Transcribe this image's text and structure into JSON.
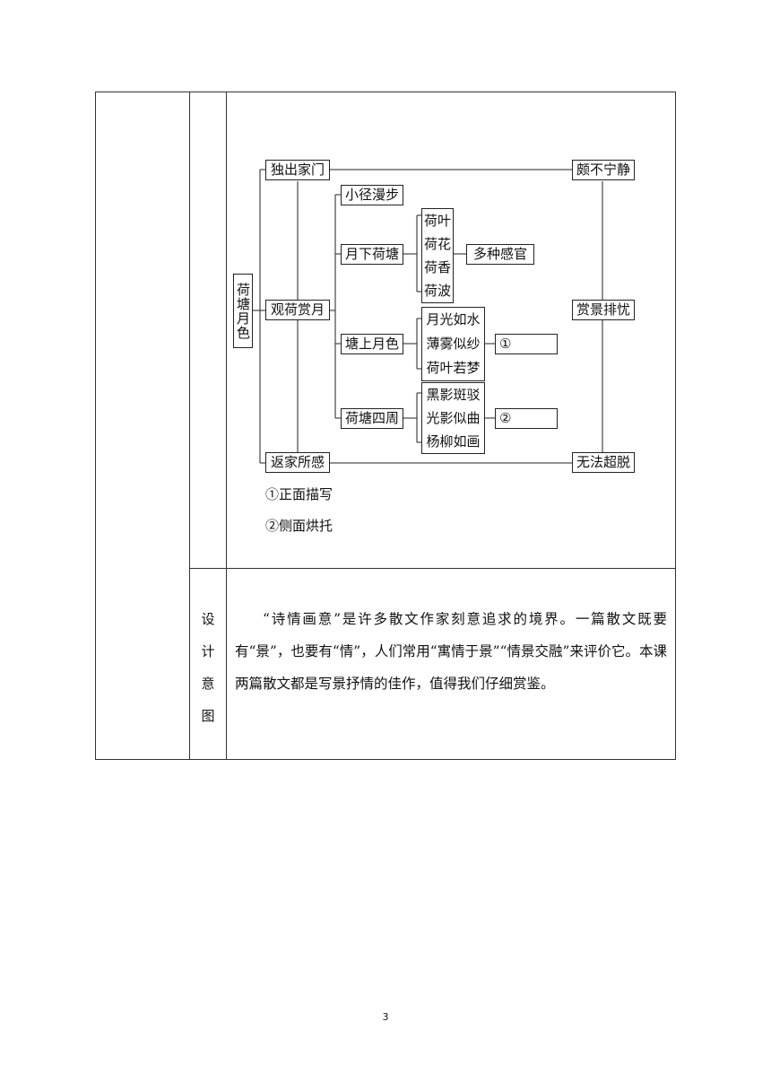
{
  "diagram": {
    "root": "荷塘月色",
    "level1": [
      "独出家门",
      "观荷赏月",
      "返家所感"
    ],
    "level2": [
      "小径漫步",
      "月下荷塘",
      "塘上月色",
      "荷塘四周"
    ],
    "group_lotus": [
      "荷叶",
      "荷花",
      "荷香",
      "荷波"
    ],
    "senses": "多种感官",
    "group_moon": [
      "月光如水",
      "薄雾似纱",
      "荷叶若梦"
    ],
    "blank1": "①",
    "group_surround": [
      "黑影斑驳",
      "光影似曲",
      "杨柳如画"
    ],
    "blank2": "②",
    "right": [
      "颇不宁静",
      "赏景排忧",
      "无法超脱"
    ]
  },
  "notes": [
    "①正面描写",
    "②侧面烘托"
  ],
  "design_label": [
    "设",
    "计",
    "意",
    "图"
  ],
  "design_text": "“诗情画意”是许多散文作家刻意追求的境界。一篇散文既要有“景”，也要有“情”，人们常用“寓情于景”“情景交融”来评价它。本课两篇散文都是写景抒情的佳作，值得我们仔细赏鉴。",
  "page_number": "3"
}
